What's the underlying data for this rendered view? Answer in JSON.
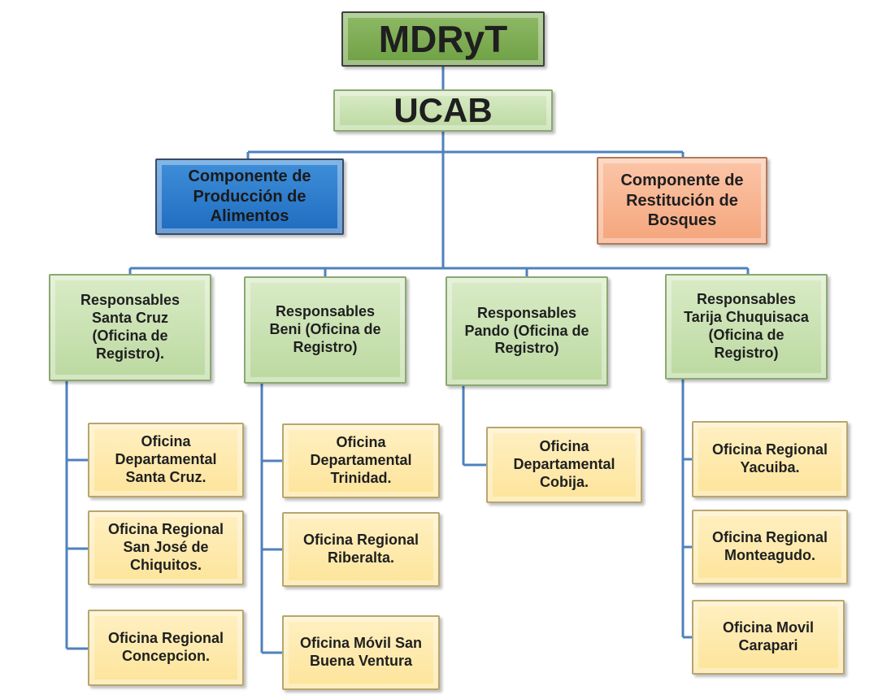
{
  "diagram": {
    "root": "MDRyT",
    "level2": "UCAB",
    "components": [
      "Componente de\nProducción de\nAlimentos",
      "Componente de\nRestitución de\nBosques"
    ],
    "responsables": [
      {
        "label": "Responsables\nSanta Cruz\n(Oficina de\nRegistro).",
        "offices": [
          "Oficina\nDepartamental\nSanta Cruz.",
          "Oficina Regional\nSan José de\nChiquitos.",
          "Oficina Regional\nConcepcion."
        ]
      },
      {
        "label": "Responsables\nBeni (Oficina de\nRegistro)",
        "offices": [
          "Oficina\nDepartamental\nTrinidad.",
          "Oficina Regional\nRiberalta.",
          "Oficina Móvil San\nBuena Ventura"
        ]
      },
      {
        "label": "Responsables\nPando (Oficina de\nRegistro)",
        "offices": [
          "Oficina\nDepartamental\nCobija."
        ]
      },
      {
        "label": "Responsables\nTarija Chuquisaca\n(Oficina de\nRegistro)",
        "offices": [
          "Oficina Regional\nYacuiba.",
          "Oficina Regional\nMonteagudo.",
          "Oficina Movil\nCarapari"
        ]
      }
    ]
  },
  "colors": {
    "connector": "#4f81bd",
    "root_fill": "#77a94b",
    "light_green_fill": "#c9e2b3",
    "blue_fill": "#2b7bcc",
    "orange_fill": "#f8b08a",
    "office_fill": "#fee8a8"
  }
}
